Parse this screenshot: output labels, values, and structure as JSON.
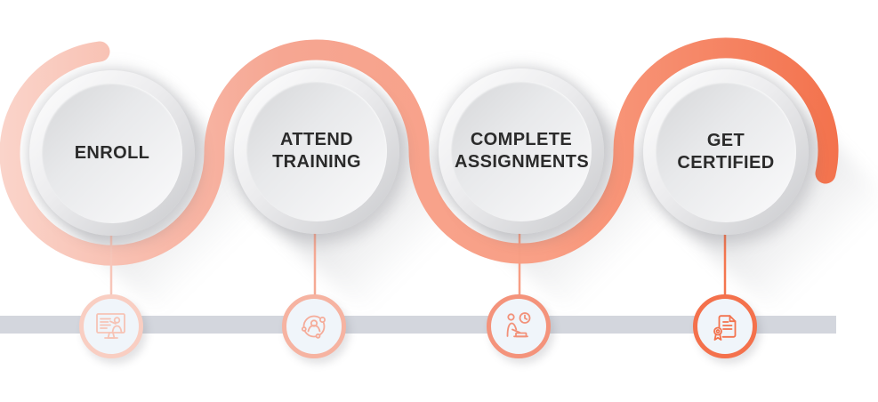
{
  "diagram": {
    "type": "process-steps",
    "description": "Certification process snake-ribbon infographic",
    "background": "#FFFFFF"
  },
  "ribbon": {
    "shape": "snake-curve",
    "gradient": [
      "#FAD4CA",
      "#F6A692",
      "#F99F85",
      "#F26C45"
    ]
  },
  "bar": {
    "color": "#D3D6DD"
  },
  "label_color": "#2B2B2B",
  "badge_fill": "#F0F5FA",
  "steps": [
    {
      "label": "ENROLL",
      "icon": "presentation-screen-icon",
      "accent": "#F9CEC2",
      "stroke": "#F6C3B5",
      "connector": "#F7C6B9"
    },
    {
      "label": "ATTEND TRAINING",
      "icon": "person-network-icon",
      "accent": "#F6B3A1",
      "stroke": "#F5AC9A",
      "connector": "#F5A994"
    },
    {
      "label": "COMPLETE ASSIGNMENTS",
      "icon": "person-desk-clock-icon",
      "accent": "#F4937B",
      "stroke": "#F29179",
      "connector": "#F79E84"
    },
    {
      "label": "GET CERTIFIED",
      "icon": "certificate-ribbon-icon",
      "accent": "#F4714C",
      "stroke": "#F3734E",
      "connector": "#F4764F"
    }
  ]
}
